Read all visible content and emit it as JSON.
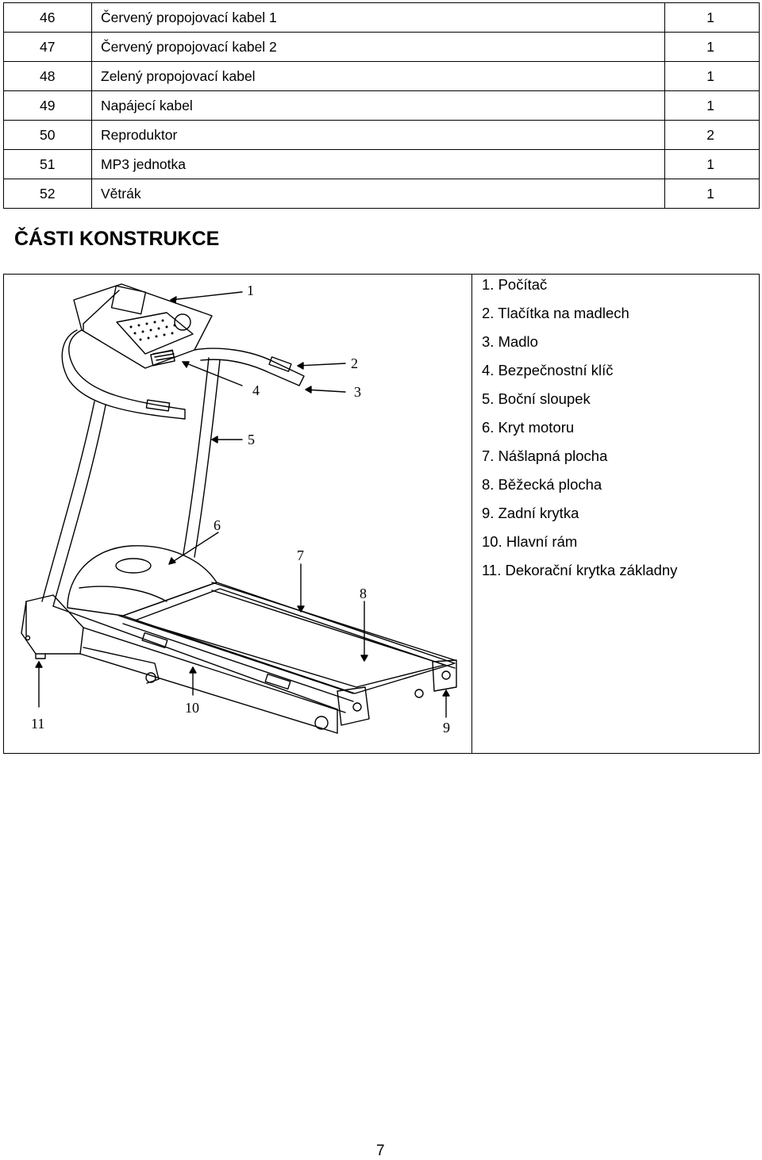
{
  "parts_table": {
    "rows": [
      {
        "no": "46",
        "name": "Červený propojovací kabel 1",
        "qty": "1"
      },
      {
        "no": "47",
        "name": "Červený propojovací kabel 2",
        "qty": "1"
      },
      {
        "no": "48",
        "name": "Zelený propojovací kabel",
        "qty": "1"
      },
      {
        "no": "49",
        "name": "Napájecí kabel",
        "qty": "1"
      },
      {
        "no": "50",
        "name": "Reproduktor",
        "qty": "2"
      },
      {
        "no": "51",
        "name": "MP3 jednotka",
        "qty": "1"
      },
      {
        "no": "52",
        "name": "Větrák",
        "qty": "1"
      }
    ]
  },
  "section_title": "ČÁSTI KONSTRUKCE",
  "figure": {
    "callouts": [
      "1",
      "2",
      "3",
      "4",
      "5",
      "6",
      "7",
      "8",
      "9",
      "10",
      "11"
    ],
    "legend": [
      "1. Počítač",
      "2. Tlačítka na madlech",
      "3. Madlo",
      "4. Bezpečnostní klíč",
      "5. Boční sloupek",
      "6. Kryt motoru",
      "7. Nášlapná plocha",
      "8. Běžecká plocha",
      "9. Zadní krytka",
      "10. Hlavní rám",
      "11. Dekorační krytka základny"
    ]
  },
  "page_number": "7"
}
